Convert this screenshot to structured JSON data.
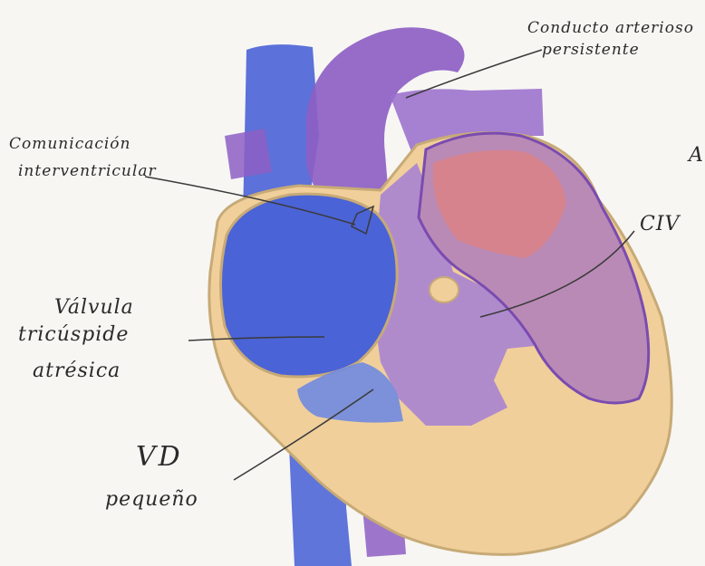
{
  "labels": {
    "pda_line1": "Conducto arterioso",
    "pda_line2": "persistente",
    "ivc_line1": "Comunicación",
    "ivc_line2": "interventricular",
    "civ": "CIV",
    "tricuspid_line1": "Válvula",
    "tricuspid_line2": "tricúspide",
    "tricuspid_line3": "atrésica",
    "rv_line1": "VD",
    "rv_line2": "pequeño",
    "edge_mark": "A"
  },
  "colors": {
    "paper": "#f7f6f3",
    "venous_blue": "#4a63d6",
    "vein_blue_light": "#6f8ae0",
    "arterial_purple": "#8d5fc4",
    "purple_light": "#b79ad6",
    "myocardium_peach": "#f0cf9a",
    "left_ventricle_red": "#d9828a",
    "outline": "#b8a57a",
    "ink": "#2a2a2a"
  }
}
